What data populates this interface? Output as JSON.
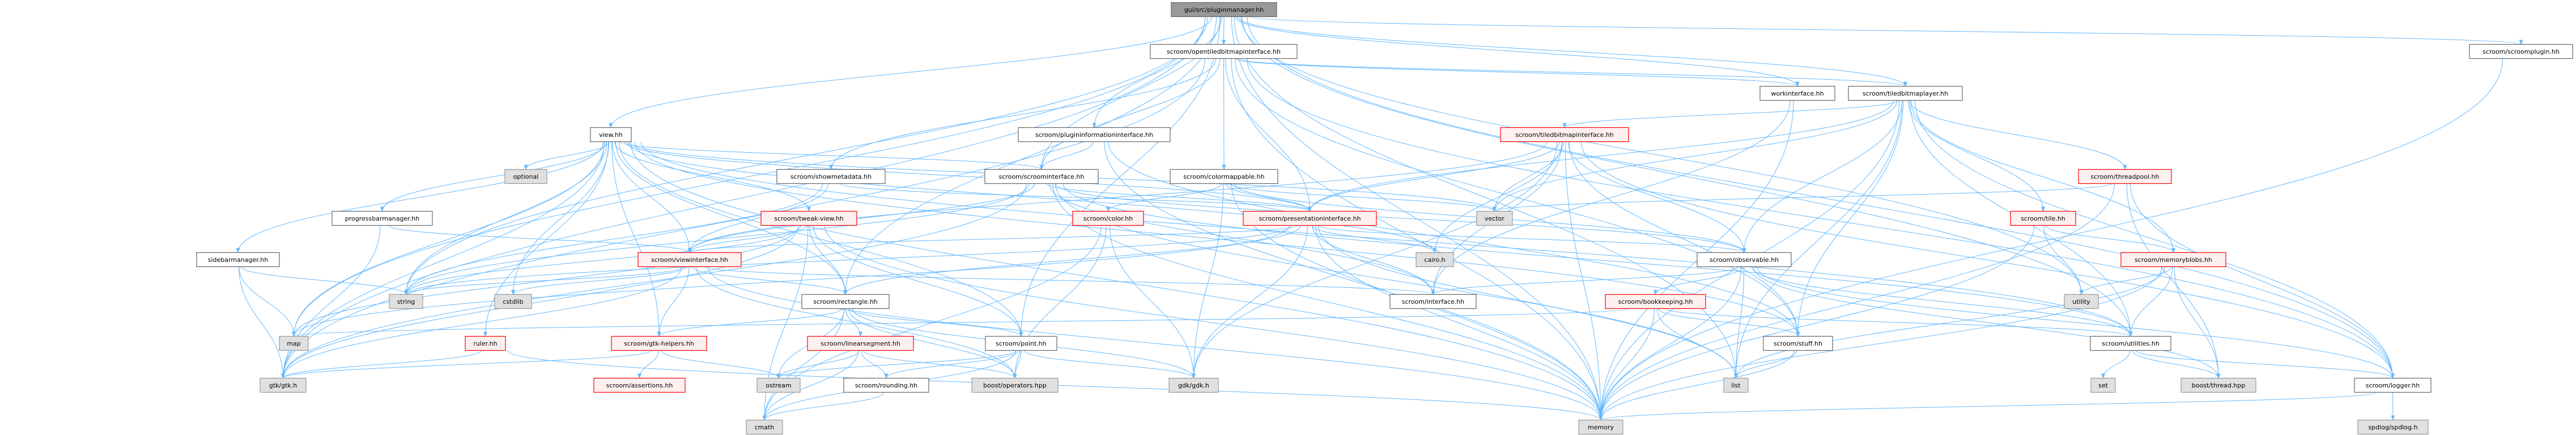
{
  "graph": {
    "title": "gui/src/pluginmanager.hh",
    "colors": {
      "edge": "#63b8ff",
      "root_fill": "#999999",
      "root_border": "#666666",
      "doc_fill": "#ffffff",
      "doc_border": "#666666",
      "incomplete_fill": "#fff0f0",
      "incomplete_border": "#ff0000",
      "system_fill": "#e0e0e0",
      "system_border": "#999999"
    },
    "nodes": [
      {
        "id": "pluginmanager",
        "label": "gui/src/pluginmanager.hh",
        "kind": "root"
      },
      {
        "id": "opentiledbitmapinterface",
        "label": "scroom/opentiledbitmapinterface.hh",
        "kind": "doc"
      },
      {
        "id": "scroomplugin",
        "label": "scroom/scroomplugin.hh",
        "kind": "doc"
      },
      {
        "id": "workinterface",
        "label": "workinterface.hh",
        "kind": "doc"
      },
      {
        "id": "tiledbitmaplayer",
        "label": "scroom/tiledbitmaplayer.hh",
        "kind": "doc"
      },
      {
        "id": "view",
        "label": "view.hh",
        "kind": "doc"
      },
      {
        "id": "plugininformationinterface",
        "label": "scroom/plugininformationinterface.hh",
        "kind": "doc"
      },
      {
        "id": "tiledbitmapinterface",
        "label": "scroom/tiledbitmapinterface.hh",
        "kind": "incomplete"
      },
      {
        "id": "optional",
        "label": "optional",
        "kind": "system"
      },
      {
        "id": "showmetadata",
        "label": "scroom/showmetadata.hh",
        "kind": "doc"
      },
      {
        "id": "scroominterface",
        "label": "scroom/scroominterface.hh",
        "kind": "doc"
      },
      {
        "id": "colormappable",
        "label": "scroom/colormappable.hh",
        "kind": "doc"
      },
      {
        "id": "threadpool",
        "label": "scroom/threadpool.hh",
        "kind": "incomplete"
      },
      {
        "id": "progressbarmanager",
        "label": "progressbarmanager.hh",
        "kind": "doc"
      },
      {
        "id": "tweakview",
        "label": "scroom/tweak-view.hh",
        "kind": "incomplete"
      },
      {
        "id": "color",
        "label": "scroom/color.hh",
        "kind": "incomplete"
      },
      {
        "id": "presentationinterface",
        "label": "scroom/presentationinterface.hh",
        "kind": "incomplete"
      },
      {
        "id": "vector",
        "label": "vector",
        "kind": "system"
      },
      {
        "id": "tile",
        "label": "scroom/tile.hh",
        "kind": "incomplete"
      },
      {
        "id": "sidebarmanager",
        "label": "sidebarmanager.hh",
        "kind": "doc"
      },
      {
        "id": "viewinterface",
        "label": "scroom/viewinterface.hh",
        "kind": "incomplete"
      },
      {
        "id": "cairo",
        "label": "cairo.h",
        "kind": "system"
      },
      {
        "id": "observable",
        "label": "scroom/observable.hh",
        "kind": "doc"
      },
      {
        "id": "memoryblobs",
        "label": "scroom/memoryblobs.hh",
        "kind": "incomplete"
      },
      {
        "id": "string",
        "label": "string",
        "kind": "system"
      },
      {
        "id": "cstdlib",
        "label": "cstdlib",
        "kind": "system"
      },
      {
        "id": "rectangle",
        "label": "scroom/rectangle.hh",
        "kind": "doc"
      },
      {
        "id": "interface",
        "label": "scroom/interface.hh",
        "kind": "doc"
      },
      {
        "id": "bookkeeping",
        "label": "scroom/bookkeeping.hh",
        "kind": "incomplete"
      },
      {
        "id": "utility",
        "label": "utility",
        "kind": "system"
      },
      {
        "id": "map",
        "label": "map",
        "kind": "system"
      },
      {
        "id": "ruler",
        "label": "ruler.hh",
        "kind": "incomplete"
      },
      {
        "id": "gtkhelpers",
        "label": "scroom/gtk-helpers.hh",
        "kind": "incomplete"
      },
      {
        "id": "linearsegment",
        "label": "scroom/linearsegment.hh",
        "kind": "incomplete"
      },
      {
        "id": "point",
        "label": "scroom/point.hh",
        "kind": "doc"
      },
      {
        "id": "stuff",
        "label": "scroom/stuff.hh",
        "kind": "doc"
      },
      {
        "id": "utilities",
        "label": "scroom/utilities.hh",
        "kind": "doc"
      },
      {
        "id": "gtk",
        "label": "gtk/gtk.h",
        "kind": "system"
      },
      {
        "id": "assertions",
        "label": "scroom/assertions.hh",
        "kind": "incomplete"
      },
      {
        "id": "ostream",
        "label": "ostream",
        "kind": "system"
      },
      {
        "id": "rounding",
        "label": "scroom/rounding.hh",
        "kind": "doc"
      },
      {
        "id": "boostoperators",
        "label": "boost/operators.hpp",
        "kind": "system"
      },
      {
        "id": "gdk",
        "label": "gdk/gdk.h",
        "kind": "system"
      },
      {
        "id": "list",
        "label": "list",
        "kind": "system"
      },
      {
        "id": "set",
        "label": "set",
        "kind": "system"
      },
      {
        "id": "boostthread",
        "label": "boost/thread.hpp",
        "kind": "system"
      },
      {
        "id": "logger",
        "label": "scroom/logger.hh",
        "kind": "doc"
      },
      {
        "id": "cmath",
        "label": "cmath",
        "kind": "system"
      },
      {
        "id": "memory",
        "label": "memory",
        "kind": "system"
      },
      {
        "id": "spdlog",
        "label": "spdlog/spdlog.h",
        "kind": "system"
      }
    ],
    "edges": [
      [
        "pluginmanager",
        "opentiledbitmapinterface"
      ],
      [
        "pluginmanager",
        "plugininformationinterface"
      ],
      [
        "pluginmanager",
        "scroominterface"
      ],
      [
        "pluginmanager",
        "view"
      ],
      [
        "pluginmanager",
        "workinterface"
      ],
      [
        "pluginmanager",
        "scroomplugin"
      ],
      [
        "pluginmanager",
        "logger"
      ],
      [
        "pluginmanager",
        "utilities"
      ],
      [
        "pluginmanager",
        "utility"
      ],
      [
        "pluginmanager",
        "memory"
      ],
      [
        "pluginmanager",
        "map"
      ],
      [
        "pluginmanager",
        "string"
      ],
      [
        "pluginmanager",
        "gtk"
      ],
      [
        "pluginmanager",
        "list"
      ],
      [
        "pluginmanager",
        "tiledbitmaplayer"
      ],
      [
        "pluginmanager",
        "point"
      ],
      [
        "pluginmanager",
        "rectangle"
      ],
      [
        "opentiledbitmapinterface",
        "tiledbitmaplayer"
      ],
      [
        "opentiledbitmapinterface",
        "workinterface"
      ],
      [
        "opentiledbitmapinterface",
        "scroominterface"
      ],
      [
        "opentiledbitmapinterface",
        "colormappable"
      ],
      [
        "opentiledbitmapinterface",
        "showmetadata"
      ],
      [
        "opentiledbitmapinterface",
        "memory"
      ],
      [
        "opentiledbitmapinterface",
        "logger"
      ],
      [
        "opentiledbitmapinterface",
        "gtk"
      ],
      [
        "opentiledbitmapinterface",
        "presentationinterface"
      ],
      [
        "opentiledbitmapinterface",
        "stuff"
      ],
      [
        "scroomplugin",
        "memory"
      ],
      [
        "workinterface",
        "interface"
      ],
      [
        "workinterface",
        "memory"
      ],
      [
        "tiledbitmaplayer",
        "tiledbitmapinterface"
      ],
      [
        "tiledbitmaplayer",
        "threadpool"
      ],
      [
        "tiledbitmaplayer",
        "tile"
      ],
      [
        "tiledbitmaplayer",
        "memoryblobs"
      ],
      [
        "tiledbitmaplayer",
        "logger"
      ],
      [
        "tiledbitmaplayer",
        "observable"
      ],
      [
        "tiledbitmaplayer",
        "utilities"
      ],
      [
        "tiledbitmaplayer",
        "stuff"
      ],
      [
        "tiledbitmaplayer",
        "vector"
      ],
      [
        "tiledbitmaplayer",
        "memory"
      ],
      [
        "tiledbitmaplayer",
        "presentationinterface"
      ],
      [
        "tiledbitmaplayer",
        "list"
      ],
      [
        "view",
        "optional"
      ],
      [
        "view",
        "progressbarmanager"
      ],
      [
        "view",
        "sidebarmanager"
      ],
      [
        "view",
        "string"
      ],
      [
        "view",
        "cstdlib"
      ],
      [
        "view",
        "map"
      ],
      [
        "view",
        "ruler"
      ],
      [
        "view",
        "gtk"
      ],
      [
        "view",
        "gtkhelpers"
      ],
      [
        "view",
        "viewinterface"
      ],
      [
        "view",
        "tweakview"
      ],
      [
        "view",
        "rectangle"
      ],
      [
        "view",
        "point"
      ],
      [
        "view",
        "scroominterface"
      ],
      [
        "view",
        "presentationinterface"
      ],
      [
        "view",
        "vector"
      ],
      [
        "view",
        "cairo"
      ],
      [
        "view",
        "memory"
      ],
      [
        "view",
        "utilities"
      ],
      [
        "view",
        "stuff"
      ],
      [
        "plugininformationinterface",
        "scroominterface"
      ],
      [
        "plugininformationinterface",
        "stuff"
      ],
      [
        "plugininformationinterface",
        "memory"
      ],
      [
        "tiledbitmapinterface",
        "presentationinterface"
      ],
      [
        "tiledbitmapinterface",
        "interface"
      ],
      [
        "tiledbitmapinterface",
        "vector"
      ],
      [
        "tiledbitmapinterface",
        "cairo"
      ],
      [
        "tiledbitmapinterface",
        "observable"
      ],
      [
        "tiledbitmapinterface",
        "stuff"
      ],
      [
        "tiledbitmapinterface",
        "logger"
      ],
      [
        "tiledbitmapinterface",
        "memory"
      ],
      [
        "tiledbitmapinterface",
        "gdk"
      ],
      [
        "tiledbitmapinterface",
        "viewinterface"
      ],
      [
        "showmetadata",
        "string"
      ],
      [
        "showmetadata",
        "viewinterface"
      ],
      [
        "showmetadata",
        "presentationinterface"
      ],
      [
        "scroominterface",
        "viewinterface"
      ],
      [
        "scroominterface",
        "presentationinterface"
      ],
      [
        "scroominterface",
        "observable"
      ],
      [
        "scroominterface",
        "interface"
      ],
      [
        "scroominterface",
        "memory"
      ],
      [
        "scroominterface",
        "string"
      ],
      [
        "scroominterface",
        "gtk"
      ],
      [
        "scroominterface",
        "list"
      ],
      [
        "scroominterface",
        "utilities"
      ],
      [
        "colormappable",
        "color"
      ],
      [
        "colormappable",
        "presentationinterface"
      ],
      [
        "colormappable",
        "observable"
      ],
      [
        "colormappable",
        "vector"
      ],
      [
        "colormappable",
        "gdk"
      ],
      [
        "colormappable",
        "memory"
      ],
      [
        "threadpool",
        "boostthread"
      ],
      [
        "threadpool",
        "logger"
      ],
      [
        "threadpool",
        "memory"
      ],
      [
        "threadpool",
        "vector"
      ],
      [
        "progressbarmanager",
        "gtk"
      ],
      [
        "progressbarmanager",
        "viewinterface"
      ],
      [
        "tweakview",
        "viewinterface"
      ],
      [
        "tweakview",
        "rectangle"
      ],
      [
        "tweakview",
        "point"
      ],
      [
        "tweakview",
        "cmath"
      ],
      [
        "tweakview",
        "gtk"
      ],
      [
        "tweakview",
        "string"
      ],
      [
        "tweakview",
        "memory"
      ],
      [
        "tweakview",
        "map"
      ],
      [
        "color",
        "gdk"
      ],
      [
        "color",
        "boostoperators"
      ],
      [
        "color",
        "cmath"
      ],
      [
        "presentationinterface",
        "viewinterface"
      ],
      [
        "presentationinterface",
        "rectangle"
      ],
      [
        "presentationinterface",
        "observable"
      ],
      [
        "presentationinterface",
        "interface"
      ],
      [
        "presentationinterface",
        "cairo"
      ],
      [
        "presentationinterface",
        "gdk"
      ],
      [
        "presentationinterface",
        "list"
      ],
      [
        "presentationinterface",
        "memory"
      ],
      [
        "presentationinterface",
        "string"
      ],
      [
        "presentationinterface",
        "map"
      ],
      [
        "tile",
        "memoryblobs"
      ],
      [
        "tile",
        "utility"
      ],
      [
        "tile",
        "memory"
      ],
      [
        "sidebarmanager",
        "string"
      ],
      [
        "sidebarmanager",
        "map"
      ],
      [
        "sidebarmanager",
        "gtk"
      ],
      [
        "viewinterface",
        "rectangle"
      ],
      [
        "viewinterface",
        "gtkhelpers"
      ],
      [
        "viewinterface",
        "gtk"
      ],
      [
        "viewinterface",
        "cstdlib"
      ],
      [
        "viewinterface",
        "string"
      ],
      [
        "viewinterface",
        "interface"
      ],
      [
        "viewinterface",
        "memory"
      ],
      [
        "viewinterface",
        "boostoperators"
      ],
      [
        "observable",
        "bookkeeping"
      ],
      [
        "observable",
        "interface"
      ],
      [
        "observable",
        "list"
      ],
      [
        "observable",
        "memory"
      ],
      [
        "observable",
        "utilities"
      ],
      [
        "observable",
        "boostthread"
      ],
      [
        "observable",
        "logger"
      ],
      [
        "memoryblobs",
        "utility"
      ],
      [
        "memoryblobs",
        "utilities"
      ],
      [
        "memoryblobs",
        "boostthread"
      ],
      [
        "memoryblobs",
        "memory"
      ],
      [
        "memoryblobs",
        "list"
      ],
      [
        "rectangle",
        "point"
      ],
      [
        "rectangle",
        "linearsegment"
      ],
      [
        "rectangle",
        "ostream"
      ],
      [
        "rectangle",
        "boostoperators"
      ],
      [
        "rectangle",
        "cmath"
      ],
      [
        "rectangle",
        "gtkhelpers"
      ],
      [
        "rectangle",
        "gdk"
      ],
      [
        "bookkeeping",
        "list"
      ],
      [
        "bookkeeping",
        "memory"
      ],
      [
        "bookkeeping",
        "stuff"
      ],
      [
        "bookkeeping",
        "utilities"
      ],
      [
        "bookkeeping",
        "map"
      ],
      [
        "ruler",
        "gtk"
      ],
      [
        "ruler",
        "memory"
      ],
      [
        "gtkhelpers",
        "assertions"
      ],
      [
        "gtkhelpers",
        "gtk"
      ],
      [
        "gtkhelpers",
        "ostream"
      ],
      [
        "linearsegment",
        "rounding"
      ],
      [
        "linearsegment",
        "ostream"
      ],
      [
        "linearsegment",
        "cmath"
      ],
      [
        "linearsegment",
        "boostoperators"
      ],
      [
        "point",
        "rounding"
      ],
      [
        "point",
        "ostream"
      ],
      [
        "point",
        "boostoperators"
      ],
      [
        "point",
        "gdk"
      ],
      [
        "point",
        "cmath"
      ],
      [
        "stuff",
        "list"
      ],
      [
        "stuff",
        "memory"
      ],
      [
        "utilities",
        "set"
      ],
      [
        "utilities",
        "boostthread"
      ],
      [
        "utilities",
        "logger"
      ],
      [
        "rounding",
        "cmath"
      ],
      [
        "logger",
        "spdlog"
      ],
      [
        "logger",
        "memory"
      ]
    ]
  }
}
